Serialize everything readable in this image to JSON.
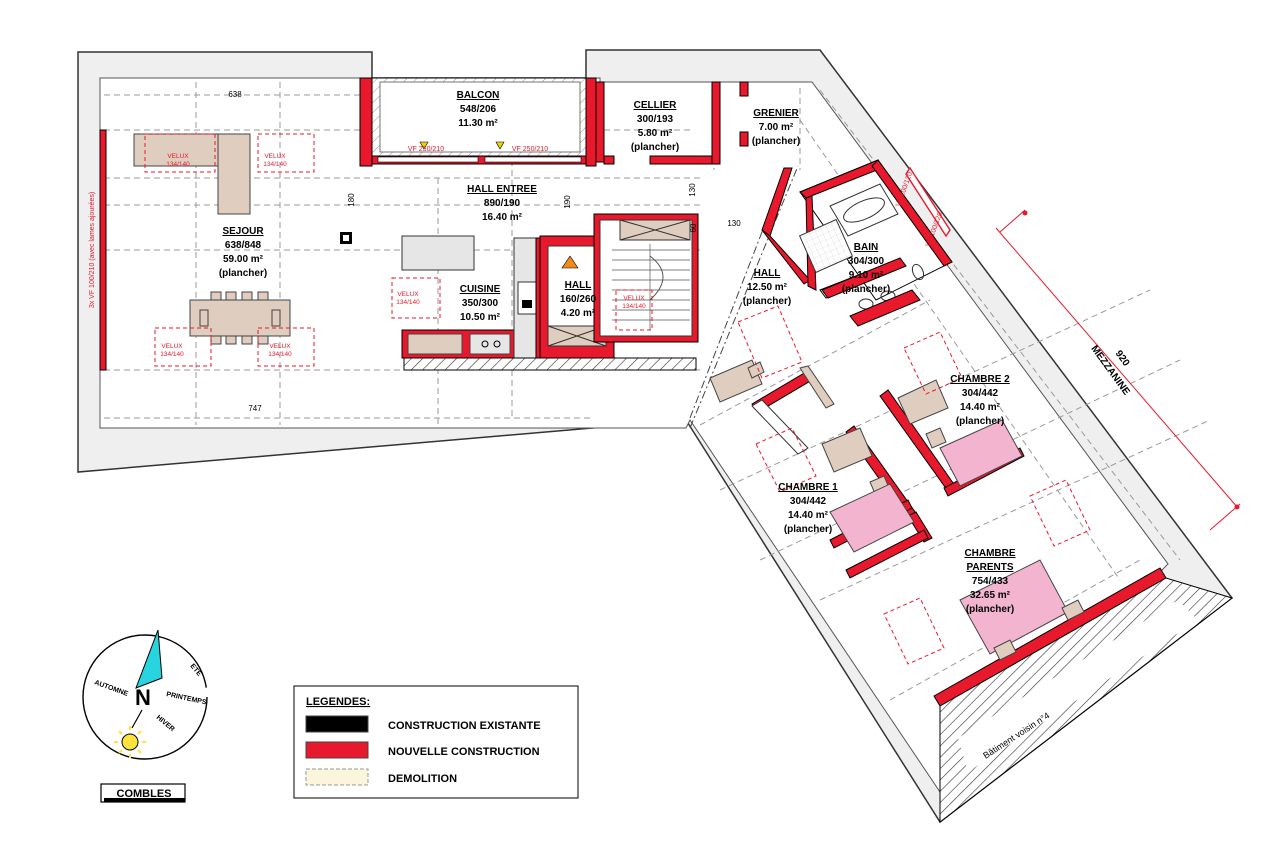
{
  "rooms": {
    "balcon": {
      "name": "BALCON",
      "dims": "548/206",
      "area": "11.30 m²"
    },
    "cellier": {
      "name": "CELLIER",
      "dims": "300/193",
      "area": "5.80 m²",
      "note": "(plancher)"
    },
    "grenier": {
      "name": "GRENIER",
      "area": "7.00 m²",
      "note": "(plancher)"
    },
    "sejour": {
      "name": "SEJOUR",
      "dims": "638/848",
      "area": "59.00 m²",
      "note": "(plancher)"
    },
    "hall_entree": {
      "name": "HALL ENTREE",
      "dims": "890/190",
      "area": "16.40 m²"
    },
    "cuisine": {
      "name": "CUISINE",
      "dims": "350/300",
      "area": "10.50 m²"
    },
    "hall_small": {
      "name": "HALL",
      "dims": "160/260",
      "area": "4.20 m²"
    },
    "hall_right": {
      "name": "HALL",
      "area": "12.50 m²",
      "note": "(plancher)"
    },
    "bain": {
      "name": "BAIN",
      "dims": "304/300",
      "area": "9.10 m²",
      "note": "(plancher)"
    },
    "chambre1": {
      "name": "CHAMBRE 1",
      "dims": "304/442",
      "area": "14.40 m²",
      "note": "(plancher)"
    },
    "chambre2": {
      "name": "CHAMBRE 2",
      "dims": "304/442",
      "area": "14.40 m²",
      "note": "(plancher)"
    },
    "chambre_parents": {
      "name_line1": "CHAMBRE",
      "name_line2": "PARENTS",
      "dims": "754/433",
      "area": "32.65 m²",
      "note": "(plancher)"
    }
  },
  "dimensions": {
    "top_left": "638",
    "bottom_left": "747",
    "d180": "180",
    "d190": "190",
    "d130a": "130",
    "d130b": "130",
    "d60": "60",
    "mezz_value": "920",
    "mezz_label": "MEZZANINE"
  },
  "annotations": {
    "vf_left": "VF 250/210",
    "vf_right": "VF 250/210",
    "side_window": "3x VF 100/210 (avec lames ajourées)",
    "vf_bain1": "VF 100/120",
    "vf_bain2": "VF 100/120",
    "velux_line1": "VELUX",
    "velux_line2": "134/140",
    "neighbor": "Bâtiment voisin n°4"
  },
  "compass": {
    "north": "N",
    "ete": "ETE",
    "automne": "AUTOMNE",
    "printemps": "PRINTEMPS",
    "hiver": "HIVER"
  },
  "floor_label": "COMBLES",
  "legend": {
    "title": "LEGENDES:",
    "items": [
      {
        "label": "CONSTRUCTION EXISTANTE",
        "color": "#000000"
      },
      {
        "label": "NOUVELLE CONSTRUCTION",
        "color": "#e8192c"
      },
      {
        "label": "DEMOLITION",
        "color": "#fbf5dc"
      }
    ]
  }
}
